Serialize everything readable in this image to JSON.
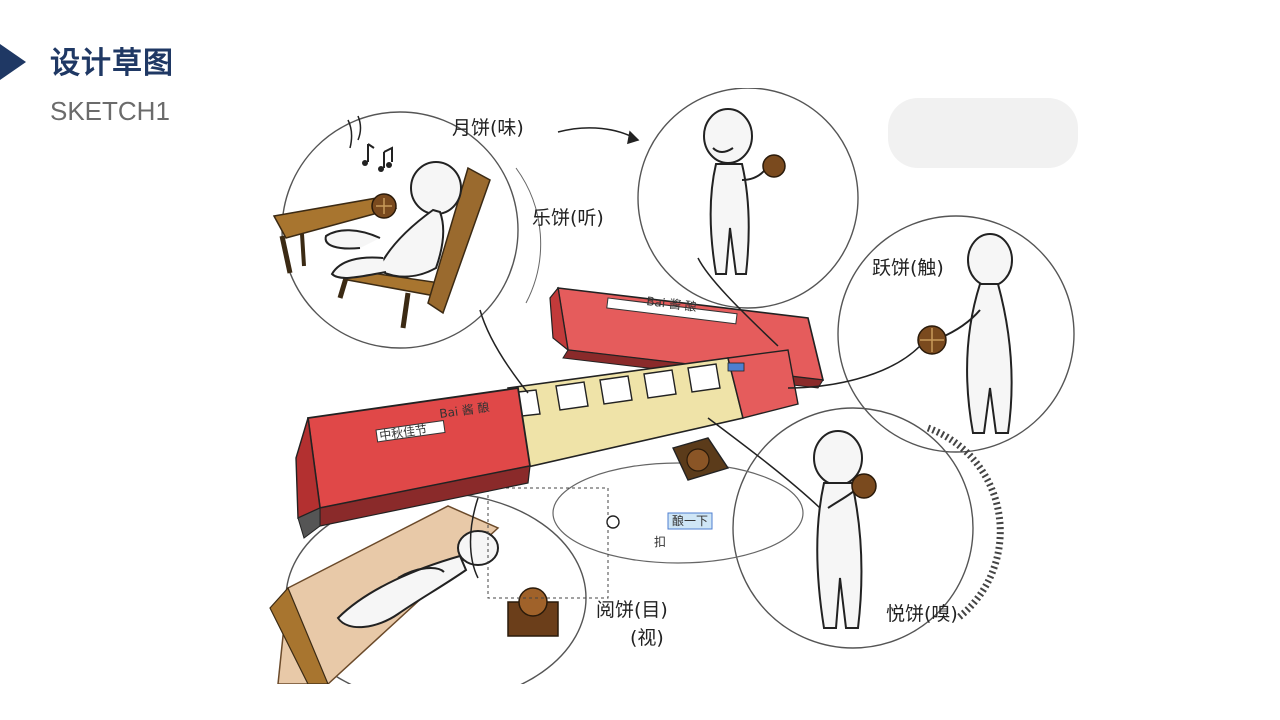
{
  "header": {
    "title": "设计草图",
    "subtitle": "SKETCH1"
  },
  "sketch": {
    "labels": {
      "taste": "月饼(味)",
      "hear": "乐饼(听)",
      "touch": "跃饼(触)",
      "see": "阅饼(目)",
      "see_sub": "(视)",
      "smell": "悦饼(嗅)"
    },
    "box_text": {
      "brand": "Bai 酱 酿",
      "label_strip": "中秋佳节",
      "tag": "酿一下",
      "buckle": "扣"
    }
  },
  "colors": {
    "accent": "#1f3864",
    "subtitle": "#6b6b6b",
    "box_red": "#e04848",
    "wood": "#9a6a2e"
  }
}
